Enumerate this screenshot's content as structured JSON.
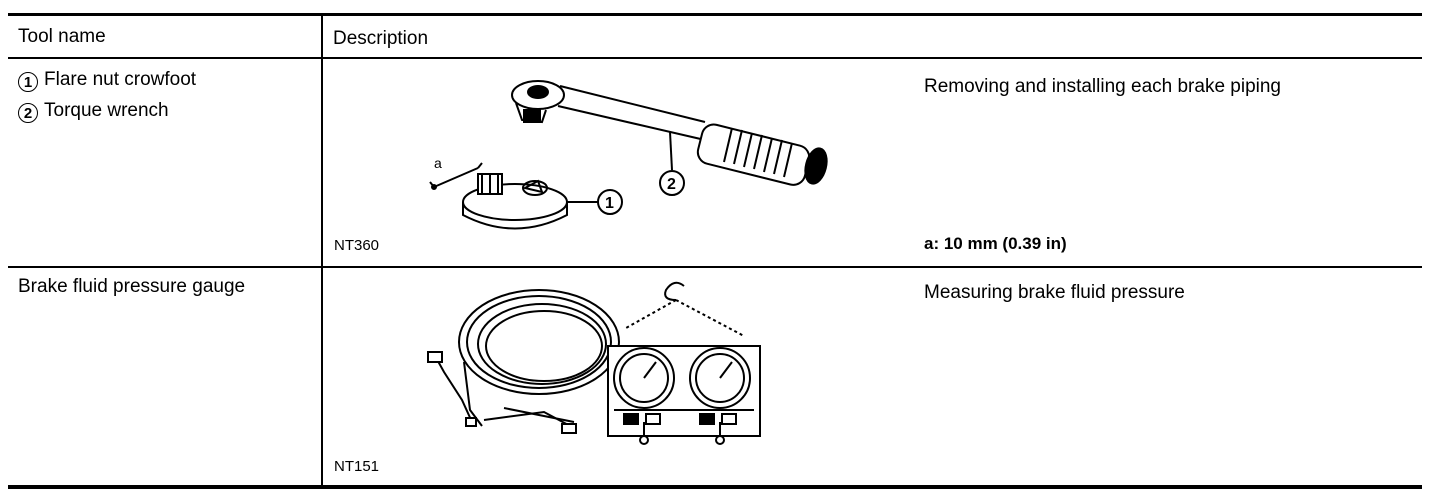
{
  "table": {
    "headers": {
      "tool_name": "Tool name",
      "description": "Description"
    },
    "rows": [
      {
        "tools": [
          {
            "num": "1",
            "label": "Flare nut crowfoot"
          },
          {
            "num": "2",
            "label": "Torque wrench"
          }
        ],
        "description": "Removing and installing each brake piping",
        "note": "a: 10 mm (0.39 in)",
        "figure_code": "NT360",
        "figure_labels": {
          "a": "a",
          "one": "1",
          "two": "2"
        }
      },
      {
        "tool": "Brake fluid pressure gauge",
        "description": "Measuring brake fluid pressure",
        "figure_code": "NT151"
      }
    ]
  }
}
